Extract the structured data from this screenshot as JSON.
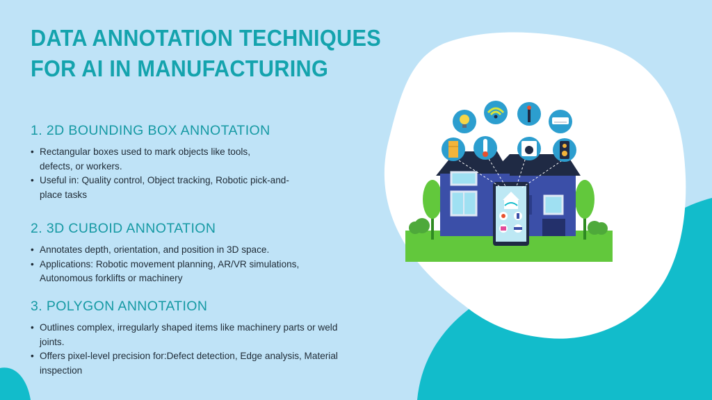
{
  "title": "DATA ANNOTATION TECHNIQUES FOR AI IN MANUFACTURING",
  "sections": [
    {
      "heading": "1. 2D BOUNDING BOX ANNOTATION",
      "bullets": [
        "Rectangular boxes used to mark objects like tools, defects, or workers.",
        "Useful in: Quality control, Object tracking, Robotic pick-and-place tasks"
      ]
    },
    {
      "heading": "2. 3D CUBOID ANNOTATION",
      "bullets": [
        "Annotates depth, orientation, and position in 3D space.",
        "Applications: Robotic movement planning, AR/VR simulations, Autonomous forklifts or machinery"
      ]
    },
    {
      "heading": "3. POLYGON ANNOTATION",
      "bullets": [
        "Outlines complex, irregularly shaped items like machinery parts or weld joints.",
        "Offers pixel-level precision for:Defect detection, Edge analysis, Material inspection"
      ]
    }
  ],
  "colors": {
    "background": "#bfe3f7",
    "accent": "#14a3ad",
    "teal_shape": "#12bccb",
    "house": "#3b4fa8",
    "roof": "#1f2a44",
    "grass": "#62c83c"
  }
}
